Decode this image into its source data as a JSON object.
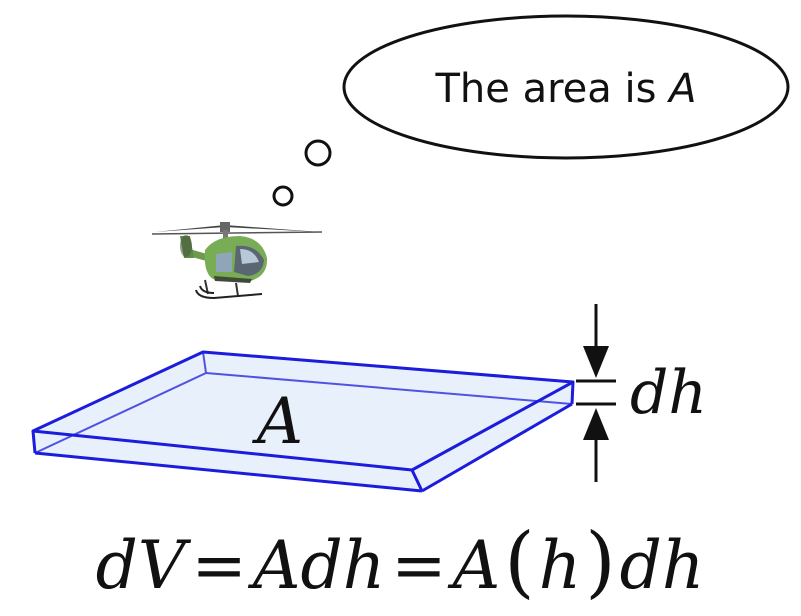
{
  "thought_bubble": {
    "text": "The area is ",
    "variable": "A"
  },
  "slab": {
    "area_label": "A",
    "thickness_label": "dh",
    "colors": {
      "edge": "#1c1cdc",
      "fill": "#e8f1fb"
    }
  },
  "equation": {
    "lhs": "dV",
    "eq1": "=",
    "mid_A": "A",
    "mid_dh": "dh",
    "eq2": "=",
    "rhs_A": "A",
    "lparen": "(",
    "rhs_h": "h",
    "rparen": ")",
    "rhs_dh": "dh"
  },
  "icons": {
    "aircraft": "helicopter-icon",
    "thickness_marker": "dimension-arrows-icon"
  }
}
